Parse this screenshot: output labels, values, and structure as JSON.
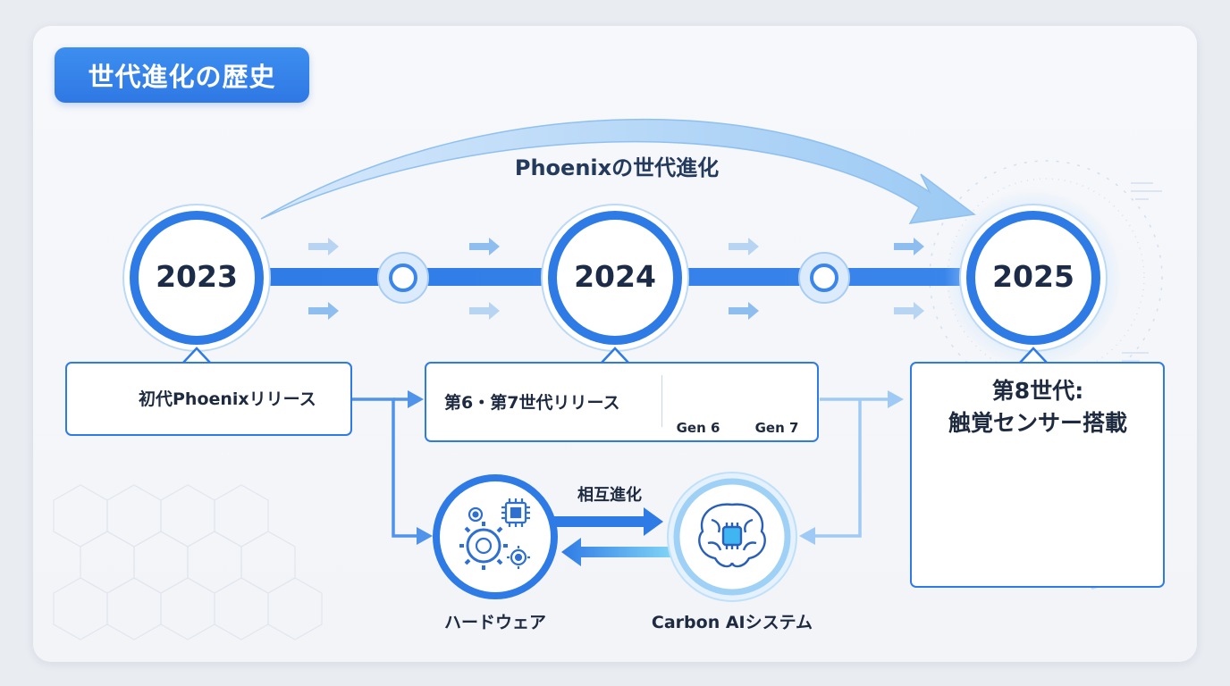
{
  "title": "世代進化の歴史",
  "arc_label": "Phoenixの世代進化",
  "timeline": {
    "years": [
      "2023",
      "2024",
      "2025"
    ]
  },
  "events": {
    "first_release": "初代Phoenixリリース",
    "gen67_release": "第6・第7世代リリース",
    "gen6_label": "Gen 6",
    "gen7_label": "Gen 7",
    "gen8_line1": "第8世代:",
    "gen8_line2": "触覚センサー搭載"
  },
  "nodes": {
    "hardware": "ハードウェア",
    "ai_system": "Carbon AIシステム",
    "mutual": "相互進化"
  },
  "icons": {
    "robot": "robot-head-icon",
    "gears": "gears-circuit-icon",
    "brain": "brain-chip-icon",
    "hand": "robotic-hand-touch-icon",
    "layers": "sensor-layers-icon"
  },
  "colors": {
    "accent": "#2f7be6",
    "light_accent": "#9fcaf5",
    "dark_text": "#1b2b48"
  }
}
